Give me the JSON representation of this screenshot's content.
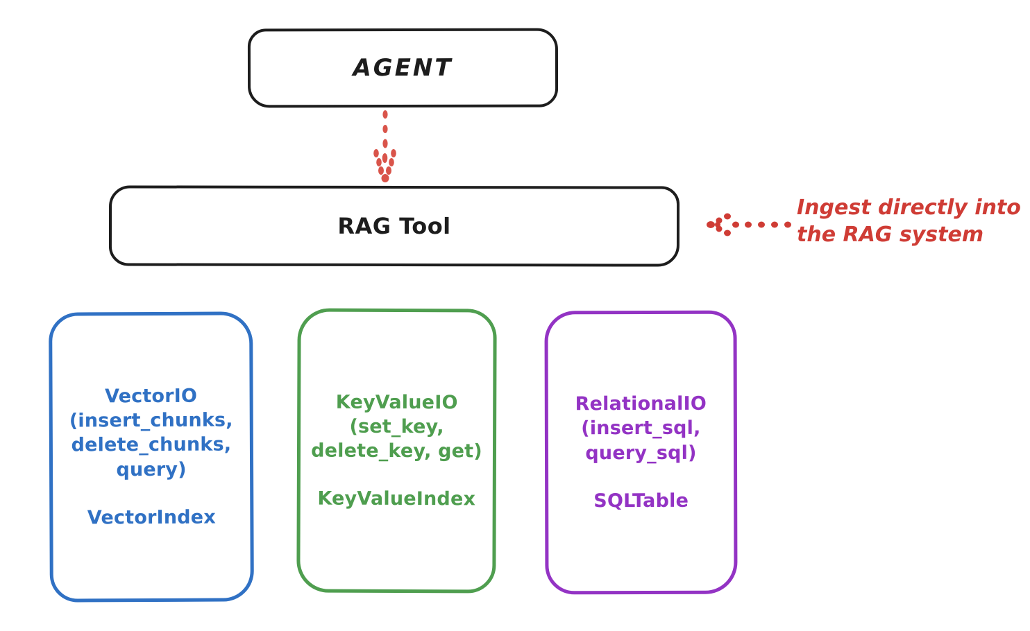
{
  "diagram": {
    "title_node": {
      "label": "AGENT"
    },
    "tool_node": {
      "label": "RAG Tool"
    },
    "annotation": {
      "text": "Ingest directly into\nthe RAG system",
      "color": "#cf3c35",
      "arrow": "dotted-arrow-left-icon"
    },
    "connector": {
      "from": "AGENT",
      "to": "RAG Tool",
      "style": "dotted",
      "color": "#d9544a",
      "icon": "dotted-arrow-down-icon"
    },
    "api_boxes": [
      {
        "id": "vector",
        "interface": "VectorIO\n(insert_chunks,\ndelete_chunks,\nquery)",
        "index": "VectorIndex",
        "color": "#3071c4"
      },
      {
        "id": "keyvalue",
        "interface": "KeyValueIO\n(set_key,\ndelete_key, get)",
        "index": "KeyValueIndex",
        "color": "#4f9e4f"
      },
      {
        "id": "relational",
        "interface": "RelationalIO\n(insert_sql,\nquery_sql)",
        "index": "SQLTable",
        "color": "#9333c4"
      }
    ]
  }
}
